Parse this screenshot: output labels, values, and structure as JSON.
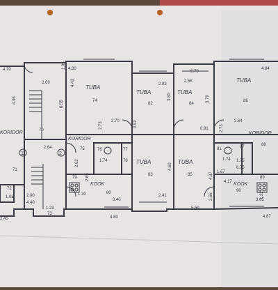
{
  "rooms": [
    {
      "id": "r74",
      "label": "TUBA",
      "num": "74"
    },
    {
      "id": "r82",
      "label": "TUBA",
      "num": "82"
    },
    {
      "id": "r84",
      "label": "TUBA",
      "num": "84"
    },
    {
      "id": "r86",
      "label": "TUBA",
      "num": "86"
    },
    {
      "id": "r83",
      "label": "TUBA",
      "num": "83"
    },
    {
      "id": "r85",
      "label": "TUBA",
      "num": "85"
    },
    {
      "id": "k80",
      "label": "KÖÖK",
      "num": "80"
    },
    {
      "id": "k90",
      "label": "KÖÖK",
      "num": "90"
    },
    {
      "id": "c75",
      "label": "KORIDOR",
      "num": "75"
    },
    {
      "id": "c69",
      "label": "KORIDOR",
      "num": ""
    },
    {
      "id": "c88",
      "label": "KORIDOR",
      "num": "88"
    },
    {
      "id": "s70",
      "label": "",
      "num": "70"
    },
    {
      "id": "s71",
      "label": "",
      "num": "71"
    },
    {
      "id": "s72",
      "label": "",
      "num": "72"
    },
    {
      "id": "s73",
      "label": "",
      "num": "73"
    },
    {
      "id": "s76",
      "label": "",
      "num": "76"
    },
    {
      "id": "s77",
      "label": "",
      "num": "77"
    },
    {
      "id": "s78",
      "label": "",
      "num": "78"
    },
    {
      "id": "s79",
      "label": "",
      "num": "79"
    },
    {
      "id": "s81",
      "label": "",
      "num": "81"
    },
    {
      "id": "s87",
      "label": "",
      "num": "87"
    },
    {
      "id": "s89",
      "label": "",
      "num": "89"
    }
  ],
  "dimensions": [
    "4.70",
    "4.36",
    "2.69",
    "6.55",
    "1.05",
    "4.80",
    "4.43",
    "2.93",
    "3.80",
    "2.70",
    "2.73",
    "2.58",
    "5.70",
    "3.79",
    "4.84",
    "2.64",
    "2.73",
    "2.64",
    "0.91",
    "0.92",
    "1.74",
    "2.62",
    "2.65",
    "4.60",
    "2.41",
    "1.30",
    "3.40",
    "4.80",
    "1.08",
    "2.00",
    "4.40",
    "1.23",
    "4.37",
    "2.56",
    "5.69",
    "1.74",
    "1.75",
    "1.67",
    "4.17",
    "3.65",
    "1.22",
    "6.75",
    "4.87",
    "2.45"
  ],
  "circle_marks": [
    "1",
    "2"
  ],
  "colors": {
    "paper": "#e9e6e4",
    "ink": "#3a3a44",
    "wood": "#5b4a3c",
    "tape": "#b5611f"
  }
}
